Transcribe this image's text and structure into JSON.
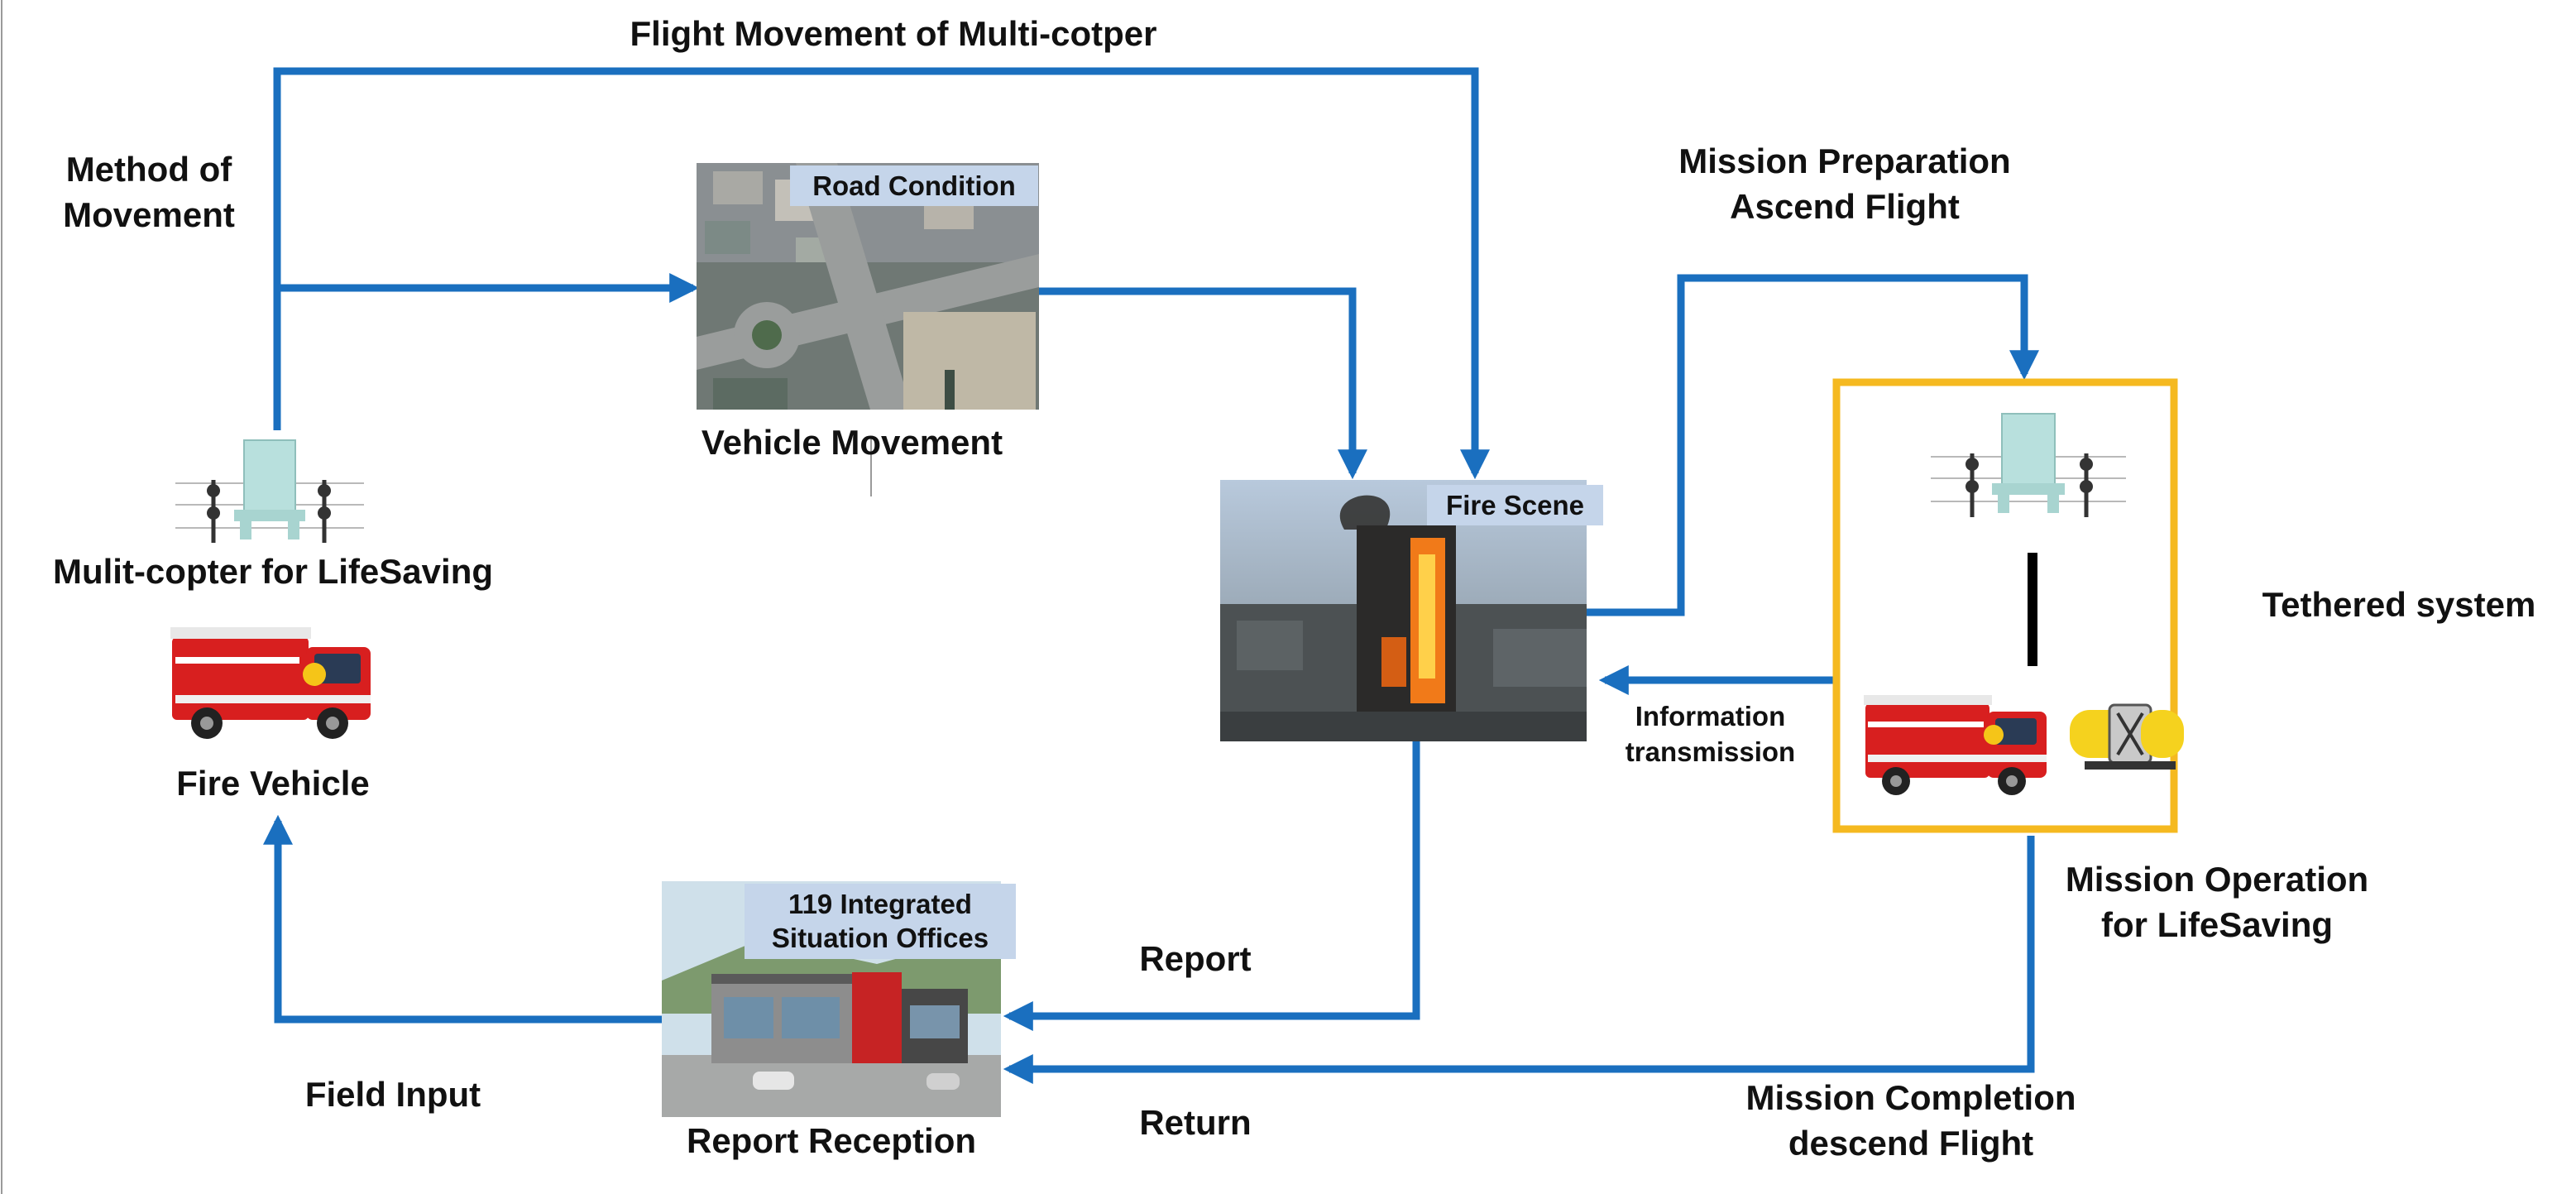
{
  "colors": {
    "arrow": "#1a6fbf",
    "tether_frame": "#f5b920",
    "label_tag_bg": "#c5d5ea"
  },
  "labels": {
    "flight_movement": "Flight Movement of Multi-cotper",
    "method_of_movement": [
      "Method of",
      "Movement"
    ],
    "vehicle_movement": "Vehicle Movement",
    "multicopter": "Mulit-copter for LifeSaving",
    "fire_vehicle": "Fire Vehicle",
    "mission_preparation": [
      "Mission Preparation",
      "Ascend Flight"
    ],
    "tethered_system": "Tethered system",
    "information_transmission": [
      "Information",
      "transmission"
    ],
    "mission_operation": [
      "Mission Operation",
      "for LifeSaving"
    ],
    "report": "Report",
    "return": "Return",
    "field_input": "Field Input",
    "report_reception": "Report Reception",
    "mission_completion": [
      "Mission Completion",
      "descend Flight"
    ]
  },
  "photo_tags": {
    "road_condition": "Road Condition",
    "fire_scene": "Fire Scene",
    "situation_office": [
      "119 Integrated",
      "Situation Offices"
    ]
  }
}
